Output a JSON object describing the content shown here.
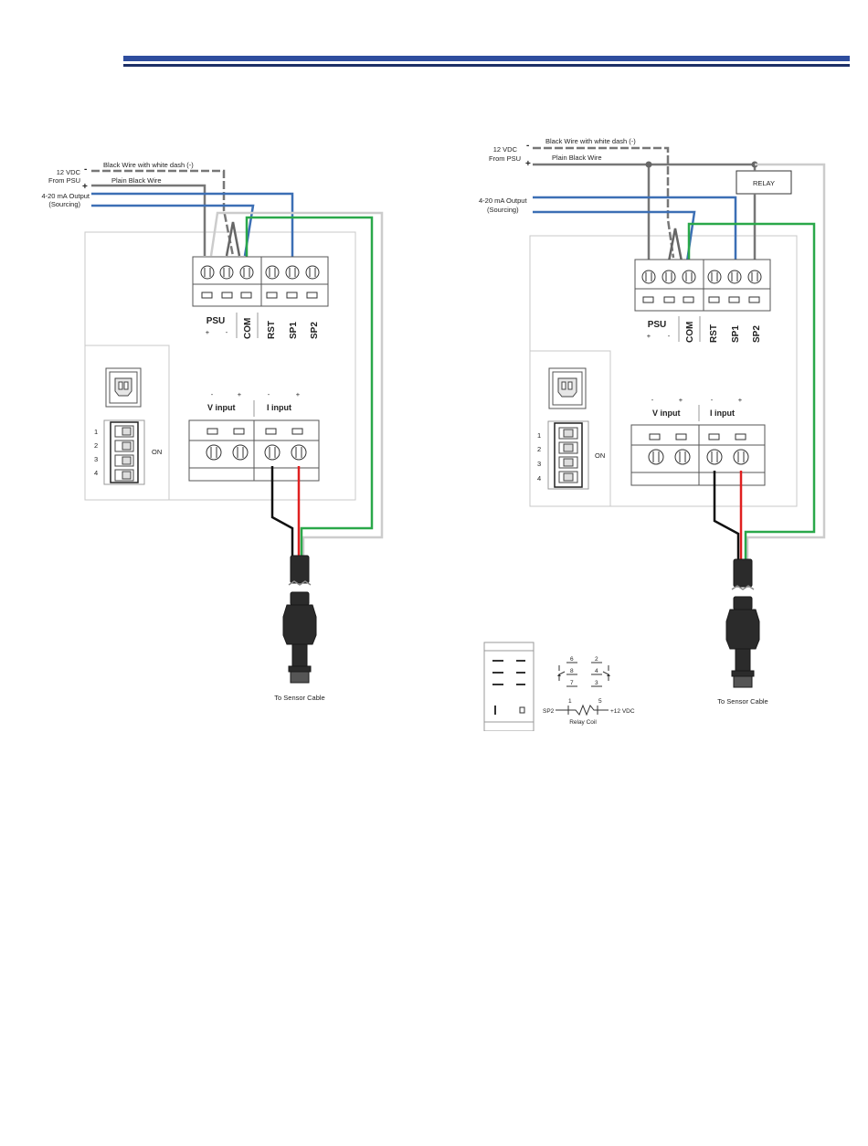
{
  "left_panel": {
    "wires": {
      "supply_voltage": "12 VDC",
      "from_psu": "From PSU",
      "minus_sign": "-",
      "plus_sign": "+",
      "black_white_dash": "Black Wire with white dash (-)",
      "plain_black": "Plain Black Wire",
      "output_line1": "4-20 mA Output",
      "output_line2": "(Sourcing)"
    },
    "terminals": [
      "PSU",
      "COM",
      "RST",
      "SP1",
      "SP2"
    ],
    "psu_plus": "+",
    "psu_minus": "-",
    "input_header": {
      "v_minus": "-",
      "v_plus": "+",
      "i_minus": "-",
      "i_plus": "+",
      "v_label": "V input",
      "i_label": "I input"
    },
    "dip": {
      "numbers": [
        "1",
        "2",
        "3",
        "4"
      ],
      "on_label": "ON"
    },
    "sensor_label": "To Sensor Cable"
  },
  "right_panel": {
    "wires": {
      "supply_voltage": "12 VDC",
      "from_psu": "From PSU",
      "minus_sign": "-",
      "plus_sign": "+",
      "black_white_dash": "Black Wire with white dash (-)",
      "plain_black": "Plain Black Wire",
      "output_line1": "4-20 mA Output",
      "output_line2": "(Sourcing)"
    },
    "relay_label": "RELAY",
    "terminals": [
      "PSU",
      "COM",
      "RST",
      "SP1",
      "SP2"
    ],
    "psu_plus": "+",
    "psu_minus": "-",
    "input_header": {
      "v_minus": "-",
      "v_plus": "+",
      "i_minus": "-",
      "i_plus": "+",
      "v_label": "V input",
      "i_label": "I input"
    },
    "dip": {
      "numbers": [
        "1",
        "2",
        "3",
        "4"
      ],
      "on_label": "ON"
    },
    "sensor_label": "To Sensor Cable"
  },
  "relay_detail": {
    "pins": [
      "6",
      "2",
      "8",
      "4",
      "7",
      "3",
      "1",
      "5"
    ],
    "sp2": "SP2",
    "coil": "Relay Coil",
    "supply": "+12 VDC"
  },
  "colors": {
    "header_bar": "#2e4d9e",
    "header_bar_dark": "#1d2f66",
    "blue_wire": "#3c6fb5",
    "green_wire": "#2aa84a",
    "red_wire": "#e02020",
    "black_wire": "#111111",
    "gray_wire": "#777777",
    "light_wire": "#cccccc"
  }
}
